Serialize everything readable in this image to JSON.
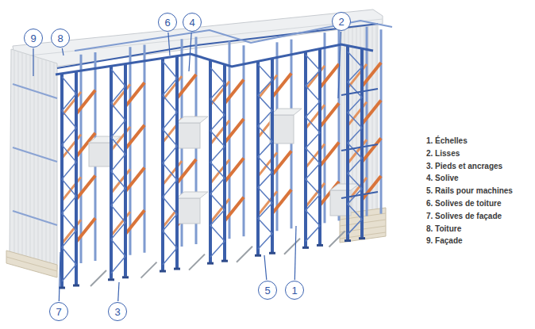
{
  "diagram": {
    "nodes": [
      {
        "text": [
          "9"
        ]
      },
      {
        "text": [
          "8"
        ]
      },
      {
        "text": [
          "6"
        ]
      },
      {
        "text": [
          "4"
        ]
      },
      {
        "text": [
          "2"
        ]
      },
      {
        "text": [
          "7"
        ]
      },
      {
        "text": [
          "3"
        ]
      },
      {
        "text": [
          "5"
        ]
      },
      {
        "text": [
          "1"
        ]
      }
    ],
    "labels": [
      "1. Échelles",
      "2. Lisses",
      "3. Pieds et ancrages",
      "4. Solive",
      "5. Rails pour machines",
      "6. Solives de toiture",
      "7. Solives de façade",
      "8. Toiture",
      "9. Façade"
    ]
  }
}
